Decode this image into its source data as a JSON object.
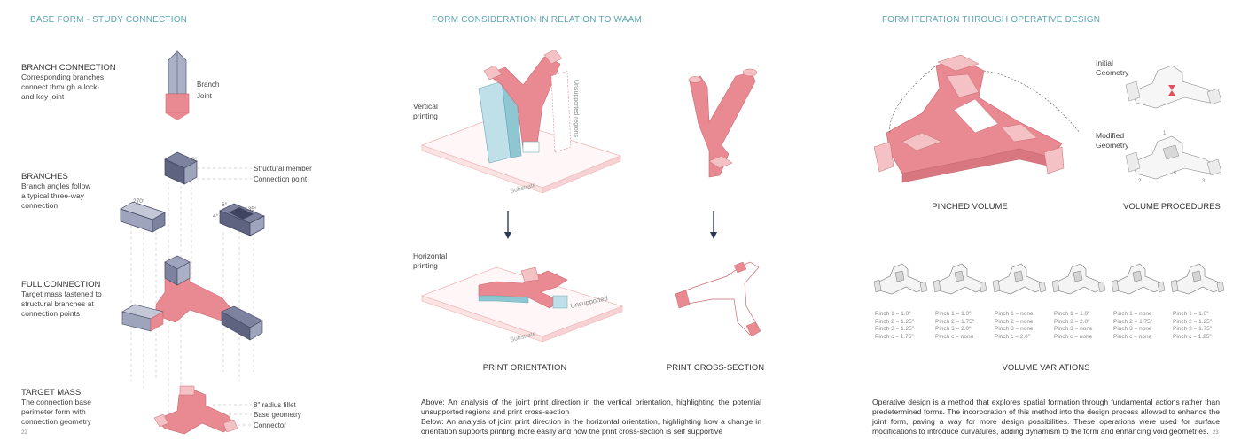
{
  "headers": {
    "left": "BASE FORM - STUDY CONNECTION",
    "middle": "FORM CONSIDERATION IN RELATION TO WAAM",
    "right": "FORM ITERATION THROUGH OPERATIVE DESIGN"
  },
  "left": {
    "sections": [
      {
        "title": "BRANCH CONNECTION",
        "body": "Corresponding branches\nconnect through a lock-\nand-key joint"
      },
      {
        "title": "BRANCHES",
        "body": "Branch angles follow\na typical three-way\nconnection"
      },
      {
        "title": "FULL CONNECTION",
        "body": "Target mass fastened to\nstructural branches at\nconnection points"
      },
      {
        "title": "TARGET MASS",
        "body": "The connection base\nperimeter form with\nconnection geometry"
      }
    ],
    "callouts": {
      "branch": "Branch",
      "joint": "Joint",
      "structural_member": "Structural member",
      "connection_point": "Connection point",
      "fillet": "8\" radius fillet",
      "base_geometry": "Base geometry",
      "connector": "Connector"
    },
    "angles": {
      "a270": "270°",
      "a135": "135°",
      "a6": "6°",
      "a4": "4°",
      "a0": "0°"
    },
    "page_number": "22"
  },
  "middle": {
    "vertical_label": "Vertical\nprinting",
    "horizontal_label": "Horizontal\nprinting",
    "substrate": "Substrate",
    "unsupported_regions": "Unsupported regions",
    "unsupported": "Unsupported",
    "caption_orientation": "PRINT ORIENTATION",
    "caption_cross_section": "PRINT CROSS-SECTION",
    "paragraph_1": "Above: An analysis of the joint print direction in the vertical orientation, highlighting the potential unsupported regions and print cross-section",
    "paragraph_2": "Below: An analysis of joint print direction in the horizontal orientation, highlighting how a change in orientation supports printing more easily and how the print cross-section is self supportive"
  },
  "right": {
    "initial_geometry": "Initial\nGeometry",
    "modified_geometry": "Modified\nGeometry",
    "caption_pinched": "PINCHED VOLUME",
    "caption_procedures": "VOLUME PROCEDURES",
    "caption_variations": "VOLUME VARIATIONS",
    "point_labels": [
      "1",
      "2",
      "c",
      "3"
    ],
    "variations": [
      [
        "Pinch 1 = 1.0\"",
        "Pinch 2 = 1.25\"",
        "Pinch 3 = 1.25\"",
        "Pinch c = 1.75\""
      ],
      [
        "Pinch 1 = 1.0\"",
        "Pinch 2 = 1.75\"",
        "Pinch 3 = 2.0\"",
        "Pinch c = none"
      ],
      [
        "Pinch 1 = none",
        "Pinch 2 = none",
        "Pinch 3 = none",
        "Pinch c = 2.0\""
      ],
      [
        "Pinch 1 = 1.0\"",
        "Pinch 2 = 2.0\"",
        "Pinch 3 = none",
        "Pinch c = none"
      ],
      [
        "Pinch 1 = none",
        "Pinch 2 = 1.75\"",
        "Pinch 3 = none",
        "Pinch c = none"
      ],
      [
        "Pinch 1 = 1.0\"",
        "Pinch 2 = 1.25\"",
        "Pinch 3 = 1.75\"",
        "Pinch c = 1.25\""
      ]
    ],
    "paragraph": "Operative design is a method that explores spatial formation through fundamental actions rather than predetermined forms. The incorporation of this method into the design process allowed to enhance the joint form, paving a way for more design possibilities. These operations were used for surface modifications to introduce curvatures, adding dynamism to the form and enhancing void geometries.",
    "page_number": "23"
  },
  "colors": {
    "accent": "#5aa6b0",
    "pink": "#e98a92",
    "pink_light": "#f4c2c4",
    "slate": "#5e6480",
    "slate_light": "#9fa4bd",
    "blue": "#8ec6d2",
    "arrow": "#2c3a55"
  }
}
